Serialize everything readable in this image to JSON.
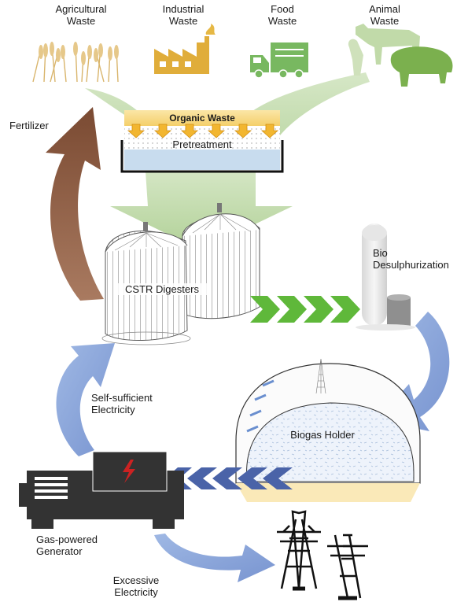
{
  "sources": [
    {
      "line1": "Agricultural",
      "line2": "Waste",
      "icon": "wheat-icon"
    },
    {
      "line1": "Industrial",
      "line2": "Waste",
      "icon": "factory-icon"
    },
    {
      "line1": "Food",
      "line2": "Waste",
      "icon": "garbage-truck-icon"
    },
    {
      "line1": "Animal",
      "line2": "Waste",
      "icon": "livestock-icon"
    }
  ],
  "stages": {
    "organic_waste": "Organic Waste",
    "pretreatment": "Pretreatment",
    "digesters": "CSTR Digesters",
    "desulph_line1": "Bio",
    "desulph_line2": "Desulphurization",
    "holder": "Biogas Holder"
  },
  "outputs": {
    "fertilizer": "Fertilizer",
    "self_line1": "Self-sufficient",
    "self_line2": "Electricity",
    "generator_line1": "Gas-powered",
    "generator_line2": "Generator",
    "excess_line1": "Excessive",
    "excess_line2": "Electricity"
  },
  "colors": {
    "green_flow": "#a9cc8c",
    "chevron_green": "#5fb83a",
    "chevron_blue": "#4a63a8",
    "blue_arrow": "#8aa6d8",
    "brown_arrow": "#8a5a40",
    "wheat": "#e6c88a",
    "factory": "#e0ad3a",
    "truck": "#78b860",
    "animal": "#7bb04e",
    "organic_bar": "#f8dc8c",
    "pretreat_water": "#c8dcee",
    "generator": "#333333",
    "bolt": "#cc2222",
    "holder_base": "#fae9b8"
  }
}
